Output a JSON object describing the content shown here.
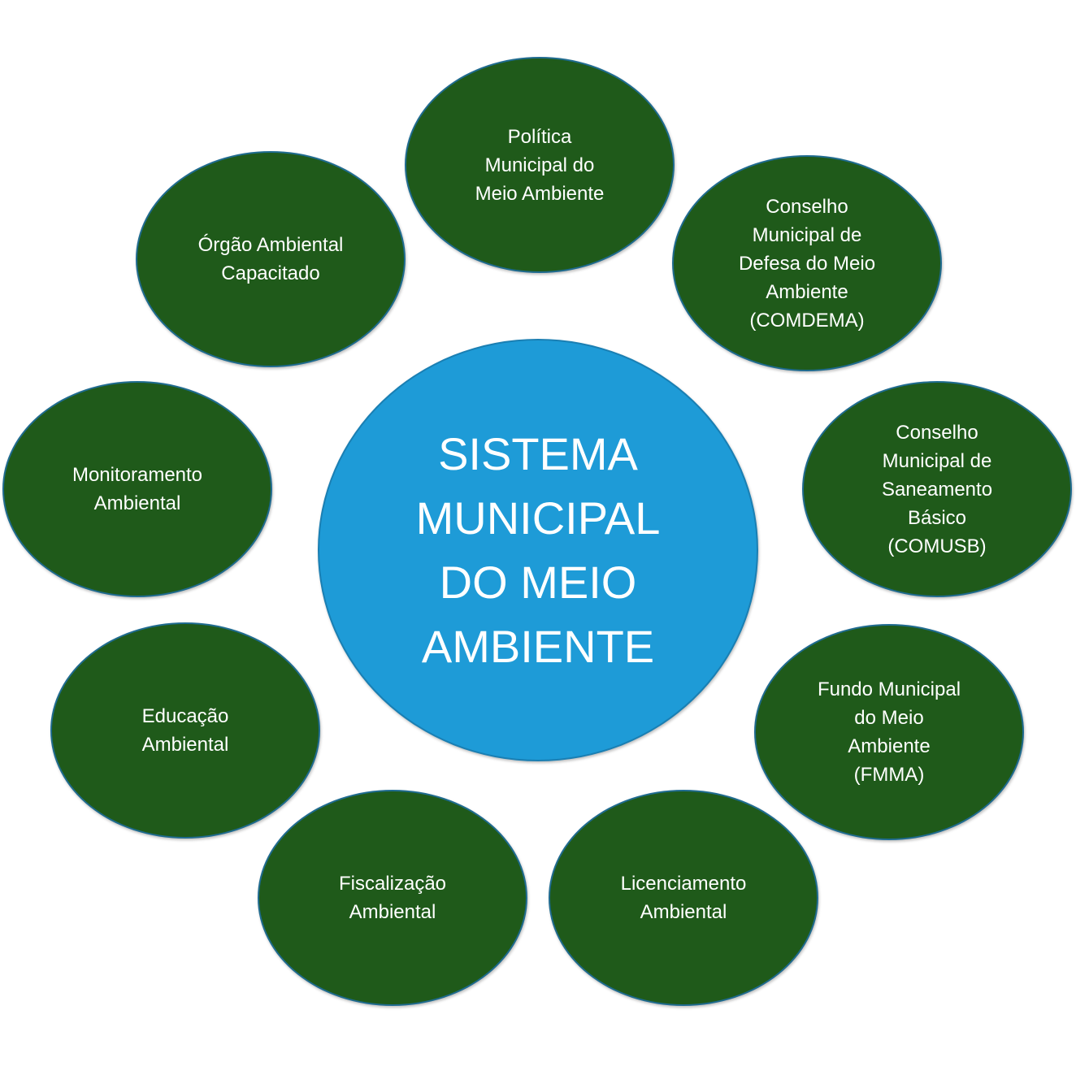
{
  "center": {
    "label": "SISTEMA\nMUNICIPAL\nDO MEIO\nAMBIENTE"
  },
  "nodes": {
    "politica": "Política\nMunicipal do\nMeio Ambiente",
    "orgao": "Órgão Ambiental\nCapacitado",
    "comdema": "Conselho\nMunicipal de\nDefesa do Meio\nAmbiente\n(COMDEMA)",
    "monitoramento": "Monitoramento\nAmbiental",
    "comusb": "Conselho\nMunicipal de\nSaneamento\nBásico\n(COMUSB)",
    "educacao": "Educação\nAmbiental",
    "fmma": "Fundo Municipal\ndo Meio\nAmbiente\n(FMMA)",
    "fiscalizacao": "Fiscalização\nAmbiental",
    "licenciamento": "Licenciamento\nAmbiental"
  },
  "colors": {
    "node_fill": "#1f5a1a",
    "center_fill": "#1e9bd7",
    "text": "#ffffff"
  }
}
